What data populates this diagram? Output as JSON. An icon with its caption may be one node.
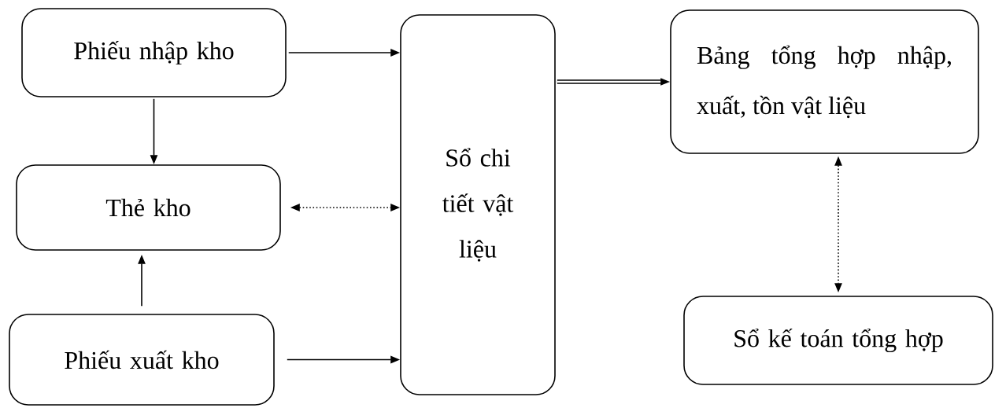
{
  "diagram": {
    "nodes": [
      {
        "text": [
          "Phiếu nhập kho"
        ]
      },
      {
        "text": [
          "Thẻ kho"
        ]
      },
      {
        "text": [
          "Phiếu xuất kho"
        ]
      },
      {
        "text": [
          "Sổ chi tiết vật liệu"
        ]
      },
      {
        "text": [
          "Bảng tổng hợp nhập, xuất, tồn vật liệu"
        ]
      },
      {
        "text": [
          "Sổ kế toán tổng hợp"
        ]
      }
    ],
    "edges": [
      {
        "from": 0,
        "to": 3,
        "arrow": "to"
      },
      {
        "from": 0,
        "to": 1,
        "arrow": "to"
      },
      {
        "from": 1,
        "to": 3,
        "arrow": "both",
        "style": "dashed"
      },
      {
        "from": 2,
        "to": 1,
        "arrow": "to"
      },
      {
        "from": 2,
        "to": 3,
        "arrow": "to"
      },
      {
        "from": 3,
        "to": 4,
        "arrow": "to",
        "style": "thick"
      },
      {
        "from": 4,
        "to": 5,
        "arrow": "both",
        "style": "dashed"
      }
    ]
  }
}
